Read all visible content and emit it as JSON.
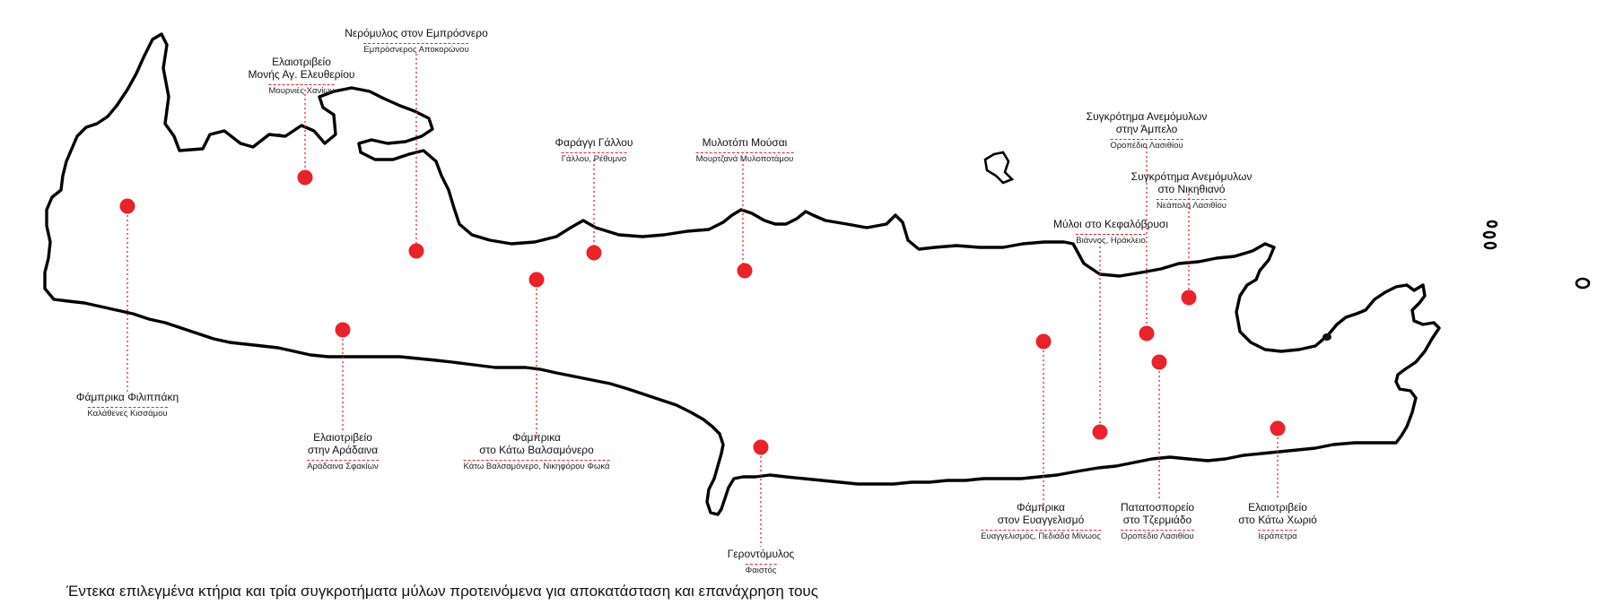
{
  "caption": "Έντεκα επιλεγμένα κτήρια και τρία συγκροτήματα μύλων προτεινόμενα για αποκατάσταση και επανάχρηση τους",
  "colors": {
    "marker": "#e8232a",
    "coast": "#000000"
  },
  "sites": [
    {
      "id": "fampr-filippaki",
      "name_lines": [
        "Φάμπρικα Φιλιππάκη"
      ],
      "place": "Καλάθενες Κισσάμου"
    },
    {
      "id": "elaiotr-ag-eleftheriou",
      "name_lines": [
        "Ελαιοτριβείο",
        "Μονής Αγ. Ελευθερίου"
      ],
      "place": "Μουρνιές Χανίων"
    },
    {
      "id": "neromylos-emprosnero",
      "name_lines": [
        "Νερόμυλος στον Εμπρόσνερο"
      ],
      "place": "Εμπρόσνερος Αποκορώνου"
    },
    {
      "id": "elaiotr-aradaina",
      "name_lines": [
        "Ελαιοτριβείο",
        "στην Αράδαινα"
      ],
      "place": "Αράδαινα Σφακίων"
    },
    {
      "id": "fampr-kato-valsamonero",
      "name_lines": [
        "Φάμπρικα",
        "στο Κάτω Βαλσαμόνερο"
      ],
      "place": "Κάτω Βαλσαμόνερο, Νικηφόρου Φωκά"
    },
    {
      "id": "farangi-gallou",
      "name_lines": [
        "Φαράγγι Γάλλου"
      ],
      "place": "Γάλλου, Ρέθυμνο"
    },
    {
      "id": "mylotopi-mousai",
      "name_lines": [
        "Μυλοτόπι Μούσαι"
      ],
      "place": "Μουρτζανά Μυλοποτάμου"
    },
    {
      "id": "gerontomylos",
      "name_lines": [
        "Γεροντόμυλος"
      ],
      "place": "Φαιστός"
    },
    {
      "id": "fampr-evangelismo",
      "name_lines": [
        "Φάμπρικα",
        "στον Ευαγγελισμό"
      ],
      "place": "Ευαγγελισμός, Πεδιάδα Μίνωος"
    },
    {
      "id": "myloi-kefalovrysi",
      "name_lines": [
        "Μύλοι στο Κεφαλόβρυσι"
      ],
      "place": "Βιάννος, Ηράκλειο"
    },
    {
      "id": "anemomyloi-ampelo",
      "name_lines": [
        "Συγκρότημα Ανεμόμυλων",
        "στην Άμπελο"
      ],
      "place": "Οροπέδιο Λασιθίου"
    },
    {
      "id": "anemomyloi-nikithiano",
      "name_lines": [
        "Συγκρότημα Ανεμόμυλων",
        "στο Νικηθιανό"
      ],
      "place": "Νεάπολη Λασιθίου"
    },
    {
      "id": "patatosporeio-tzermiado",
      "name_lines": [
        "Πατατοσπορείο",
        "στο Τζερμιάδο"
      ],
      "place": "Οροπέδιο Λασιθίου"
    },
    {
      "id": "elaiotr-kato-chorio",
      "name_lines": [
        "Ελαιοτριβείο",
        "στο Κάτω Χωριό"
      ],
      "place": "Ιεράπετρα"
    }
  ]
}
